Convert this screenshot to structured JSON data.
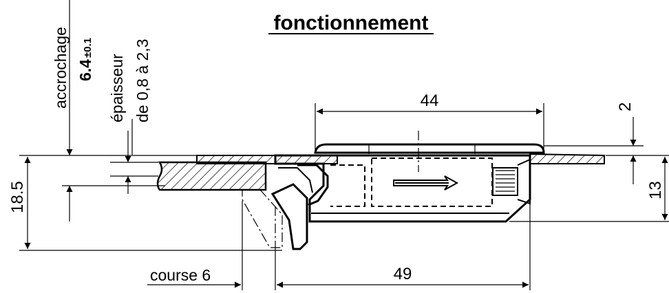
{
  "title": "fonctionnement",
  "labels": {
    "accrochage": "accrochage",
    "accrochage_value": "6.4",
    "accrochage_tol": "±0.1",
    "epaisseur": "épaisseur",
    "epaisseur_range": "de 0,8 à 2,3",
    "course": "course 6"
  },
  "dimensions": {
    "top_width": "44",
    "plate_thickness": "2",
    "total_height": "18.5",
    "body_height": "13",
    "bottom_width": "49"
  },
  "colors": {
    "line": "#000000",
    "background": "#ffffff"
  }
}
